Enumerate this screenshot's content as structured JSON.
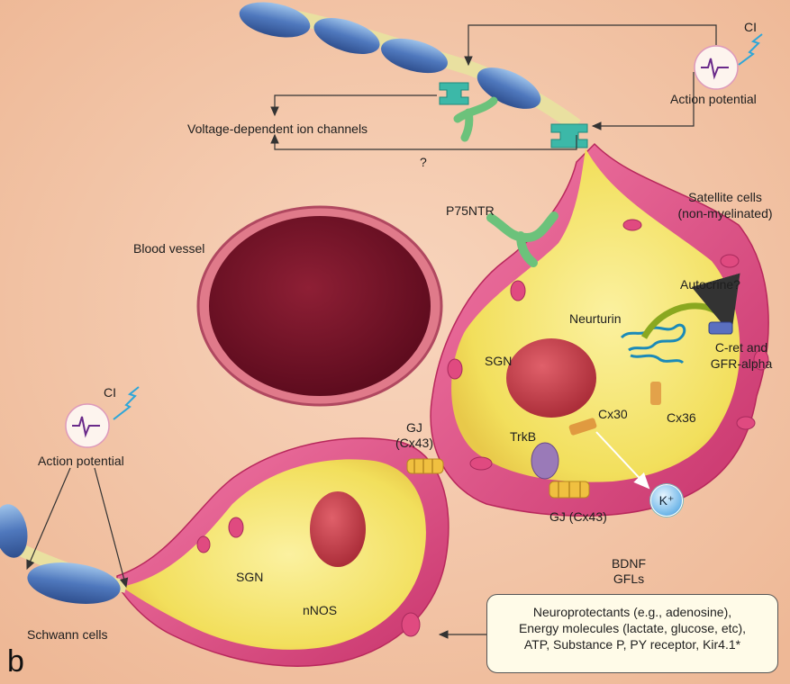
{
  "panel_letter": "b",
  "labels": {
    "ci_top": "CI",
    "action_potential_top": "Action potential",
    "voltage_channels": "Voltage-dependent ion channels",
    "question": "?",
    "p75ntr": "P75NTR",
    "satellite_line1": "Satellite cells",
    "satellite_line2": "(non-myelinated)",
    "blood_vessel": "Blood vessel",
    "autocrine": "Autocrine?",
    "neurturin": "Neurturin",
    "cret_line1": "C-ret and",
    "cret_line2": "GFR-alpha",
    "sgn_upper": "SGN",
    "cx30": "Cx30",
    "cx36": "Cx36",
    "trkb": "TrkB",
    "gj_left_line1": "GJ",
    "gj_left_line2": "(Cx43)",
    "gj_bottom": "GJ (Cx43)",
    "k_ion": "K⁺",
    "ci_left": "CI",
    "action_potential_left": "Action potential",
    "sgn_lower": "SGN",
    "nnos": "nNOS",
    "bdnf": "BDNF",
    "gfls": "GFLs",
    "schwann": "Schwann cells"
  },
  "box": {
    "line1": "Neuroprotectants (e.g., adenosine),",
    "line2": "Energy molecules (lactate, glucose, etc),",
    "line3": "ATP, Substance P, PY receptor, Kir4.1*"
  },
  "colors": {
    "background": "#f3c7a9",
    "cell_yellow": "#f7e774",
    "satellite_pink": "#e0538a",
    "nucleus_red": "#c23b44",
    "blood_vessel": "#7a1428",
    "myelin_blue": "#5b83c2",
    "channel_teal": "#3cb8a8"
  }
}
